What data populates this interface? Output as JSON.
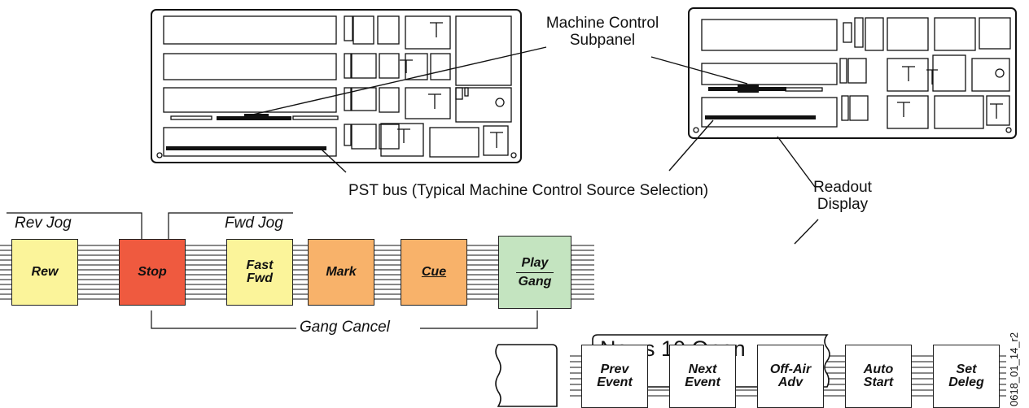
{
  "labels": {
    "machine_control_subpanel_line1": "Machine Control",
    "machine_control_subpanel_line2": "Subpanel",
    "pst_bus": "PST bus (Typical Machine Control Source Selection)",
    "readout_display_line1": "Readout",
    "readout_display_line2": "Display",
    "rev_jog": "Rev Jog",
    "fwd_jog": "Fwd Jog",
    "gang_cancel": "Gang Cancel",
    "figure_code": "0618_01_14_r2"
  },
  "buttons": {
    "rew": "Rew",
    "stop": "Stop",
    "fast_fwd_1": "Fast",
    "fast_fwd_2": "Fwd",
    "mark": "Mark",
    "cue": "Cue",
    "play": "Play",
    "gang": "Gang",
    "prev_event_1": "Prev",
    "prev_event_2": "Event",
    "next_event_1": "Next",
    "next_event_2": "Event",
    "off_air_adv_1": "Off-Air",
    "off_air_adv_2": "Adv",
    "auto_start_1": "Auto",
    "auto_start_2": "Start",
    "set_deleg_1": "Set",
    "set_deleg_2": "Deleg"
  },
  "readout": {
    "text": "News 10 Open"
  },
  "colors": {
    "yellow": "#fbf49a",
    "red": "#ef5a3f",
    "orange": "#f8b26a",
    "green": "#c4e4c0",
    "dark_fill": "#111111"
  }
}
